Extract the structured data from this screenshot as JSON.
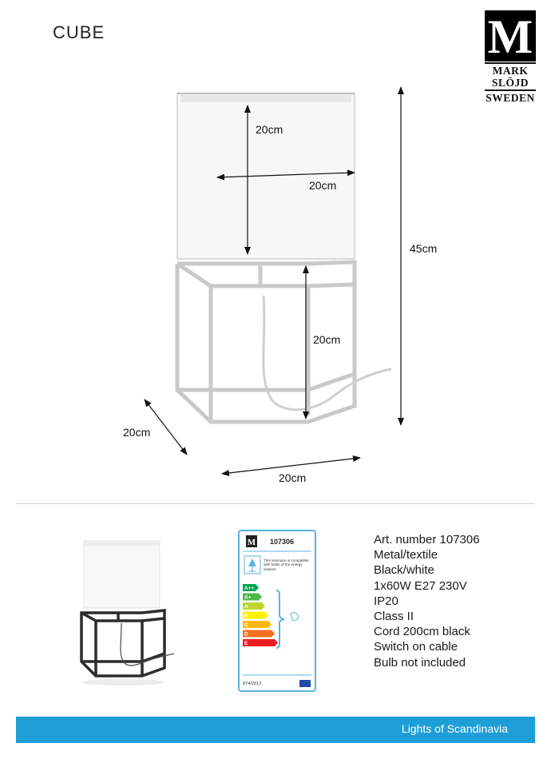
{
  "title": "CUBE",
  "logo": {
    "letter": "M",
    "line1": "MARK",
    "line2": "SLÖJD",
    "line3": "SWEDEN"
  },
  "dimensions": {
    "shade_height": "20cm",
    "shade_width": "20cm",
    "total_height": "45cm",
    "frame_height": "20cm",
    "depth": "20cm",
    "width": "20cm"
  },
  "energy_label": {
    "article": "107306",
    "text": "This luminaire is compatible with bulbs of the energy classes:",
    "classes": [
      "A++",
      "A+",
      "A",
      "B",
      "C",
      "D",
      "E"
    ],
    "regulation": "874/2012"
  },
  "specs": [
    "Art. number 107306",
    "Metal/textile",
    "Black/white",
    "1x60W E27 230V",
    "IP20",
    "Class II",
    "Cord 200cm black",
    "Switch on cable",
    "Bulb not included"
  ],
  "footer": {
    "text": "Lights of Scandinavia"
  },
  "colors": {
    "footer_bg": "#1e9ed6",
    "label_border": "#5bb3e0",
    "energy": [
      "#00a651",
      "#50b848",
      "#bed630",
      "#fff200",
      "#fdb913",
      "#f37021",
      "#ed1c24"
    ]
  }
}
